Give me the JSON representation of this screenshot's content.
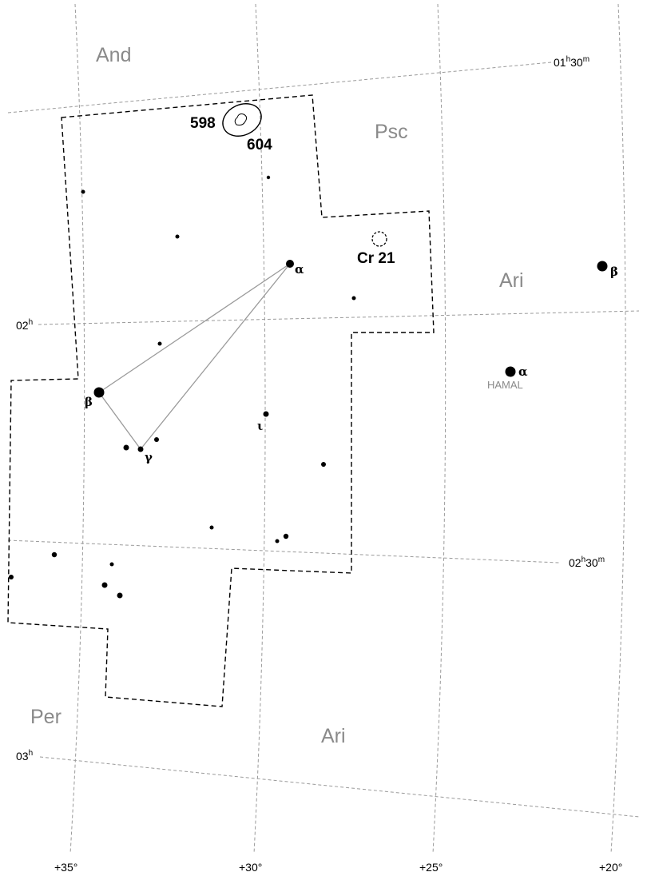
{
  "constellations": {
    "and": "And",
    "psc": "Psc",
    "ari_upper": "Ari",
    "ari_lower": "Ari",
    "per": "Per"
  },
  "ra_labels": {
    "ra_01h30m": {
      "h": "01",
      "hs": "h",
      "m": "30",
      "ms": "m"
    },
    "ra_02h": {
      "h": "02",
      "hs": "h"
    },
    "ra_02h30m": {
      "h": "02",
      "hs": "h",
      "m": "30",
      "ms": "m"
    },
    "ra_03h": {
      "h": "03",
      "hs": "h"
    }
  },
  "dec_labels": [
    "+35°",
    "+30°",
    "+25°",
    "+20°"
  ],
  "stars": {
    "tri_alpha": "α",
    "tri_beta": "β",
    "tri_gamma": "γ",
    "tri_iota": "ι",
    "ari_alpha": "α",
    "ari_alpha_name": "HAMAL",
    "ari_beta": "β"
  },
  "deep_sky": {
    "galaxy_598": "598",
    "galaxy_604": "604",
    "cluster_cr21": "Cr 21"
  },
  "colors": {
    "grid": "#9a9a9a",
    "boundary": "#000000",
    "constellation_name": "#8a8a8a",
    "star": "#000000"
  }
}
